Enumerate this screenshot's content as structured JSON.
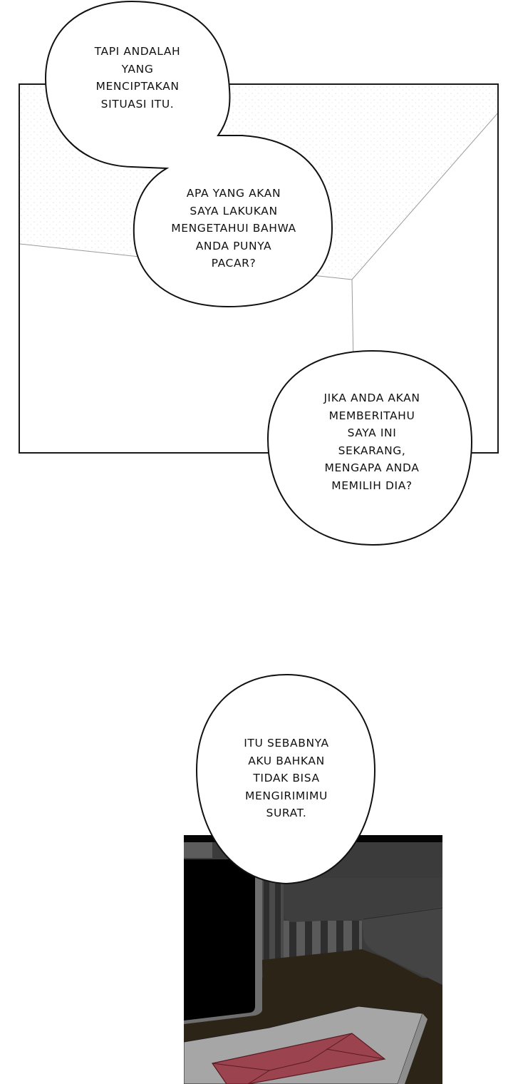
{
  "panels": {
    "top": {
      "description": "empty room corner drawn in white with thin gray perspective lines",
      "border_color": "#1a1a1a",
      "line_color": "#9a9a9a"
    },
    "bottom": {
      "description": "dark room interior with window, striped wall and red envelope on papers",
      "colors": {
        "floor": "#2d2418",
        "wall": "#3a3a3a",
        "window": "#000000",
        "envelope": "#9b4450",
        "paper": "#a8a8a8"
      }
    }
  },
  "bubbles": [
    {
      "id": "bubble-1",
      "lines": [
        "Tapi andalah",
        "yang",
        "menciptakan",
        "situasi itu."
      ]
    },
    {
      "id": "bubble-2",
      "lines": [
        "Apa yang akan",
        "saya lakukan",
        "mengetahui bahwa",
        "anda punya",
        "pacar?"
      ]
    },
    {
      "id": "bubble-3",
      "lines": [
        "Jika anda akan",
        "memberitahu",
        "saya ini",
        "sekarang,",
        "mengapa anda",
        "memilih dia?"
      ]
    },
    {
      "id": "bubble-4",
      "lines": [
        "Itu sebabnya",
        "aku bahkan",
        "tidak bisa",
        "mengirimimu",
        "surat."
      ]
    }
  ]
}
